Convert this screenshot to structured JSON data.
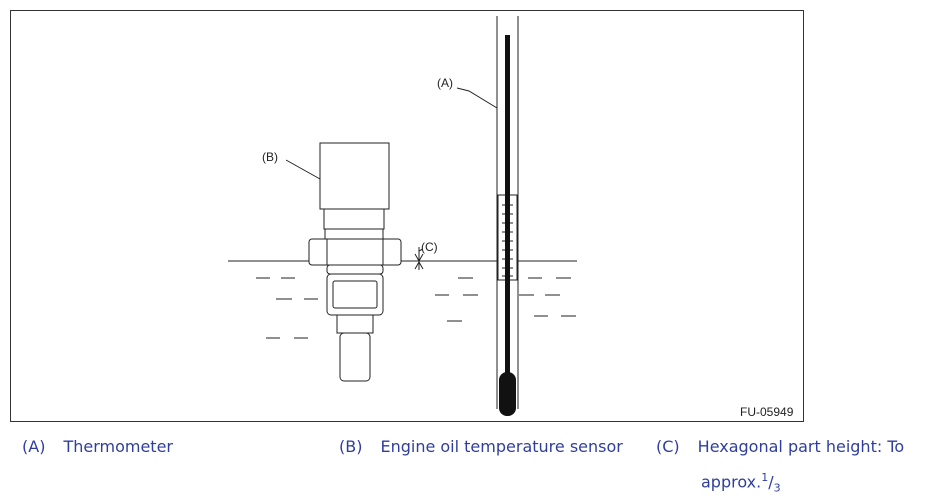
{
  "figure": {
    "code": "FU-05949",
    "labels": {
      "a": "(A)",
      "b": "(B)",
      "c": "(C)"
    }
  },
  "captions": [
    {
      "key": "(A)",
      "text": "Thermometer"
    },
    {
      "key": "(B)",
      "text": "Engine oil temperature sensor"
    },
    {
      "key": "(C)",
      "text": "Hexagonal part height: To",
      "text_cont": "approx.",
      "fraction_num": "1",
      "fraction_den": "3"
    }
  ]
}
